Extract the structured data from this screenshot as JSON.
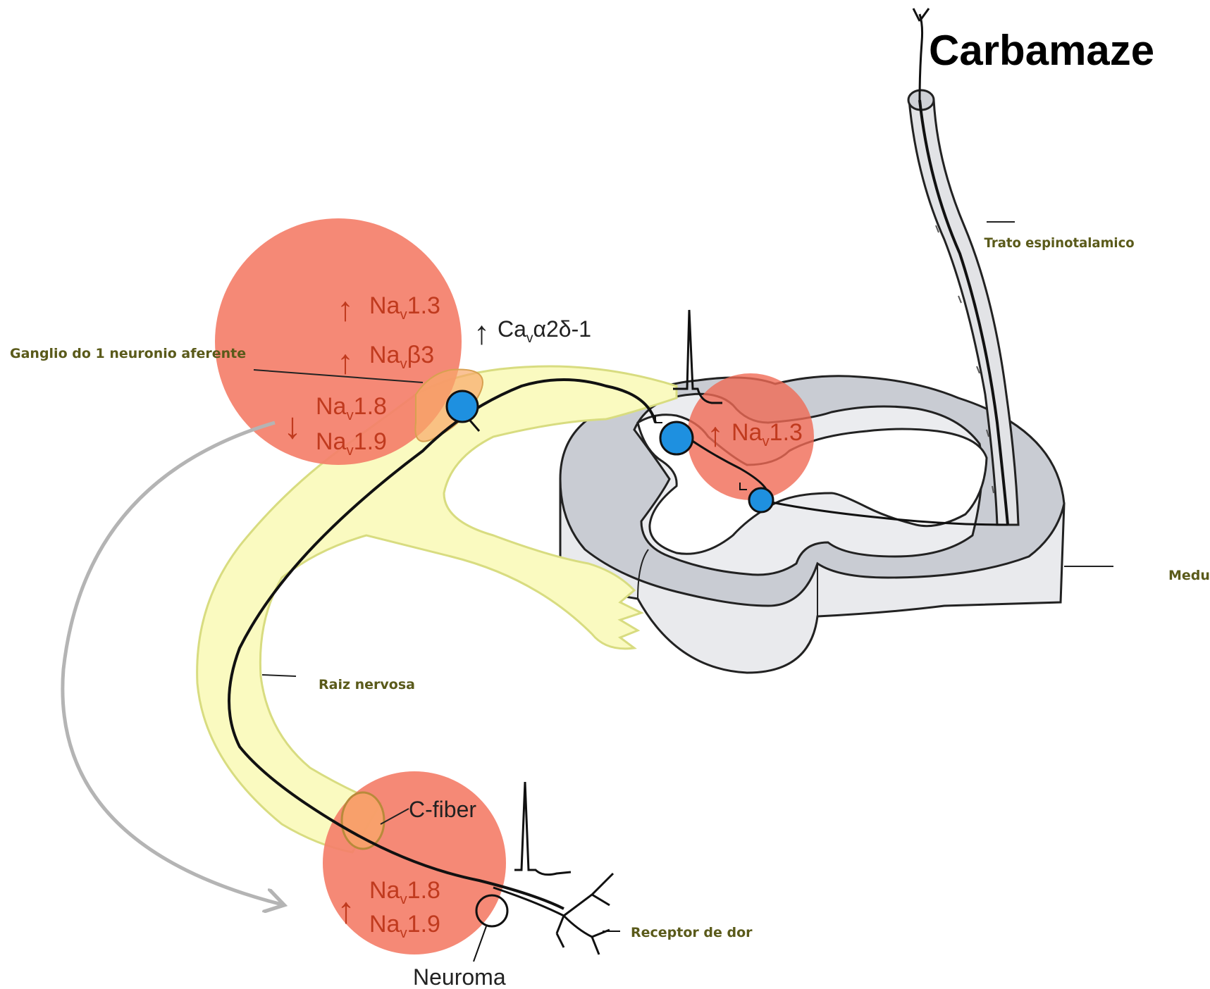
{
  "title": "Carbamaze",
  "structure_labels": {
    "tract": "Trato espinotalamico",
    "ganglion": "Ganglio do 1 neuronio aferente",
    "cord": "Medula",
    "root": "Raiz nervosa",
    "receptor": "Receptor de dor"
  },
  "fiber_labels": {
    "c_fiber": "C-fiber",
    "neuroma": "Neuroma"
  },
  "ganglion_channels": {
    "up_arrow": "↑",
    "down_arrow": "↓",
    "nav13": {
      "base": "Na",
      "sub": "v",
      "rest": "1.3"
    },
    "navb3": {
      "base": "Na",
      "sub": "v",
      "rest": "β3"
    },
    "nav18": {
      "base": "Na",
      "sub": "v",
      "rest": "1.8"
    },
    "nav19": {
      "base": "Na",
      "sub": "v",
      "rest": "1.9"
    }
  },
  "cav": {
    "arrow": "↑",
    "base": "Ca",
    "sub": "v",
    "rest": "α2δ-1"
  },
  "dorsal_horn_channel": {
    "arrow": "↑",
    "base": "Na",
    "sub": "v",
    "rest": "1.3"
  },
  "neuroma_channels": {
    "arrow": "↑",
    "nav18": {
      "base": "Na",
      "sub": "v",
      "rest": "1.8"
    },
    "nav19": {
      "base": "Na",
      "sub": "v",
      "rest": "1.9"
    }
  },
  "colors": {
    "highlight_circle": "#f47f6a",
    "root_fill": "#fafac0",
    "neuron_dot": "#1e90e0",
    "cord_dark": "#c8ccd4",
    "cord_light": "#e8e9ec",
    "channel_text": "#c03a1e",
    "gray_arrow": "#b4b4b4"
  }
}
